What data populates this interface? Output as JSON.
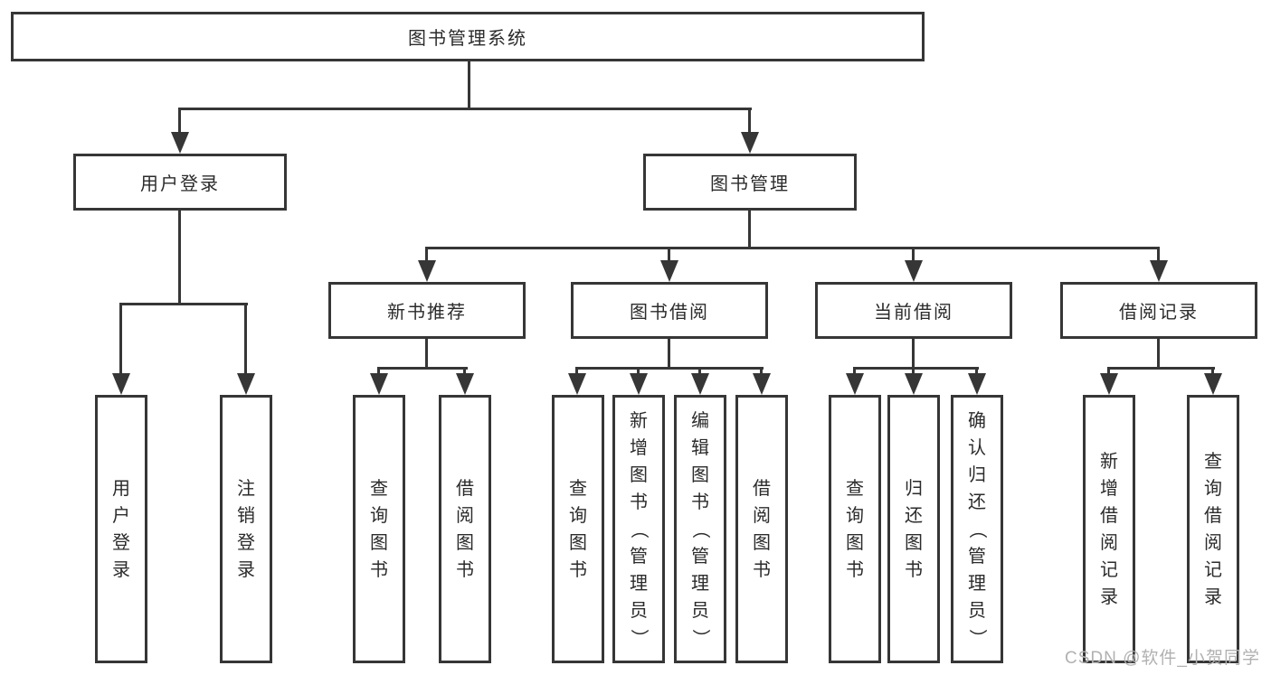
{
  "diagram_title": "图书管理系统",
  "tree": {
    "label": "图书管理系统",
    "children": [
      {
        "label": "用户登录",
        "children": [
          {
            "label": "用户登录"
          },
          {
            "label": "注销登录"
          }
        ]
      },
      {
        "label": "图书管理",
        "children": [
          {
            "label": "新书推荐",
            "children": [
              {
                "label": "查询图书"
              },
              {
                "label": "借阅图书"
              }
            ]
          },
          {
            "label": "图书借阅",
            "children": [
              {
                "label": "查询图书"
              },
              {
                "label": "新增图书（管理员）"
              },
              {
                "label": "编辑图书（管理员）"
              },
              {
                "label": "借阅图书"
              }
            ]
          },
          {
            "label": "当前借阅",
            "children": [
              {
                "label": "查询图书"
              },
              {
                "label": "归还图书"
              },
              {
                "label": "确认归还（管理员）"
              }
            ]
          },
          {
            "label": "借阅记录",
            "children": [
              {
                "label": "新增借阅记录"
              },
              {
                "label": "查询借阅记录"
              }
            ]
          }
        ]
      }
    ]
  },
  "watermark": {
    "text": "CSDN @软件_小贺同学"
  },
  "colors": {
    "line": "#363636",
    "text": "#2b2b2b",
    "background": "#ffffff",
    "watermark": "#b1b1b1"
  }
}
